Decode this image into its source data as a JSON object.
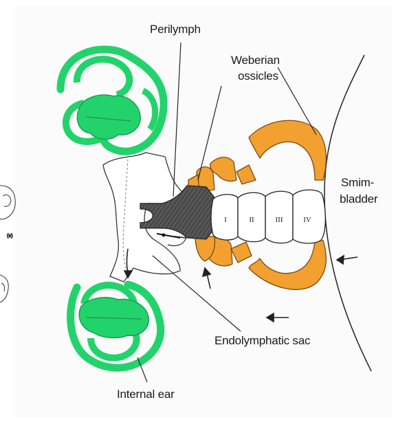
{
  "labels": {
    "perilymph": "Perilymph",
    "weberian_line1": "Weberian",
    "weberian_line2": "ossicles",
    "swim_line1": "Smim-",
    "swim_line2": "bladder",
    "endolymphatic_sac": "Endolymphatic sac",
    "internal_ear": "Internal ear"
  },
  "vertebra_numerals": [
    "I",
    "II",
    "III",
    "IV"
  ],
  "colors": {
    "ear": "#22d36b",
    "ossicle": "#f2a030",
    "ossicle_dark": "#c97d1c",
    "outline": "#222222",
    "sinus": "#555555"
  }
}
